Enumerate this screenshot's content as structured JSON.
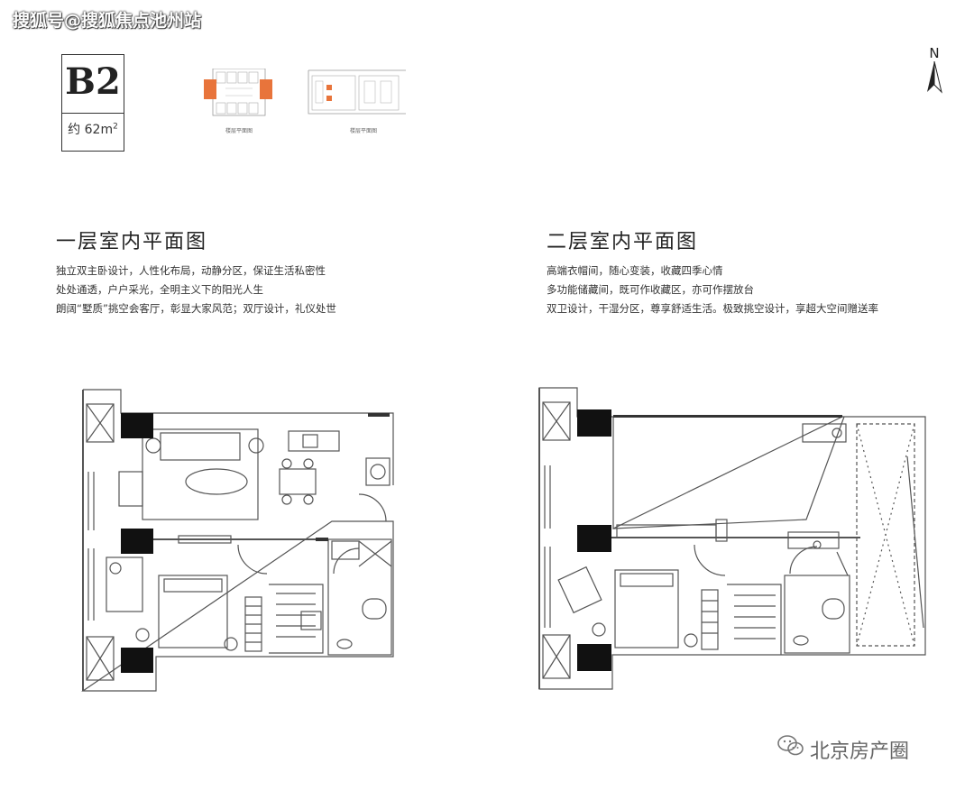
{
  "watermark": "搜狐号@搜狐焦点池州站",
  "unit": {
    "code": "B2",
    "area_prefix": "约",
    "area_value": "62m",
    "area_sup": "2"
  },
  "minimaps": {
    "left_caption": "楼层平面图",
    "right_caption": "楼层平面图"
  },
  "compass": "N",
  "floor1": {
    "title": "一层室内平面图",
    "lines": [
      "独立双主卧设计，人性化布局，动静分区，保证生活私密性",
      "处处通透，户户采光，全明主义下的阳光人生",
      "朗阔“墅质”挑空会客厅，彰显大家风范；双厅设计，礼仪处世"
    ]
  },
  "floor2": {
    "title": "二层室内平面图",
    "lines": [
      "高端衣帽间，随心变装，收藏四季心情",
      "多功能储藏间，既可作收藏区，亦可作摆放台",
      "双卫设计，干湿分区，尊享舒适生活。极致挑空设计，享超大空间赠送率"
    ]
  },
  "brand": "北京房产圈",
  "colors": {
    "accent": "#e8743b",
    "wall": "#111111",
    "line": "#555555"
  }
}
